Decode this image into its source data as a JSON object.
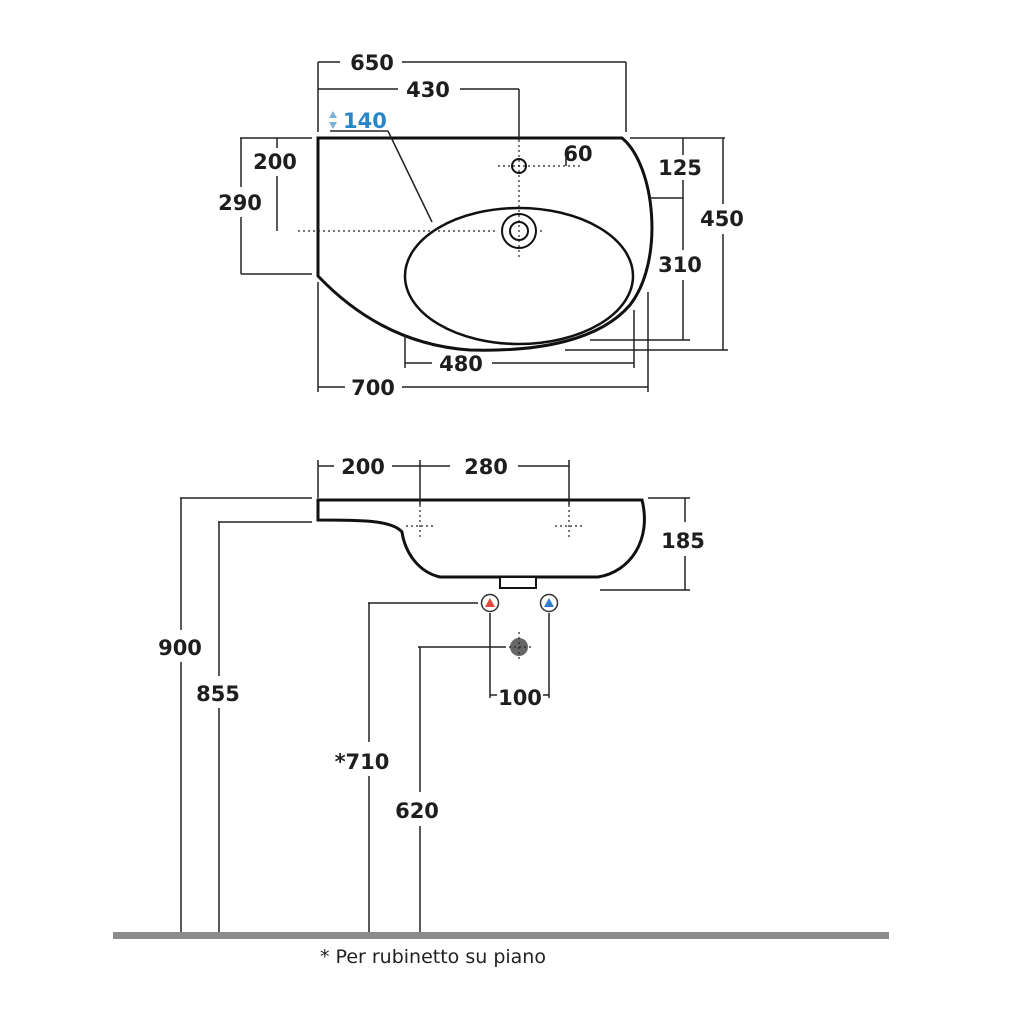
{
  "top_view": {
    "dims": {
      "w650": "650",
      "w430": "430",
      "h140": "140",
      "h200": "200",
      "h290": "290",
      "w60": "60",
      "h125": "125",
      "h450": "450",
      "h310": "310",
      "w480": "480",
      "w700": "700"
    }
  },
  "side_view": {
    "dims": {
      "w200": "200",
      "w280": "280",
      "h185": "185",
      "h900": "900",
      "h855": "855",
      "h710": "*710",
      "w100": "100",
      "h620": "620"
    }
  },
  "footnote": "* Per rubinetto su piano",
  "colors": {
    "hot_marker": "#e2483c",
    "cold_marker": "#2f7fd0",
    "accent_blue_text": "#2a86c8",
    "floor": "#8c8c8c"
  }
}
